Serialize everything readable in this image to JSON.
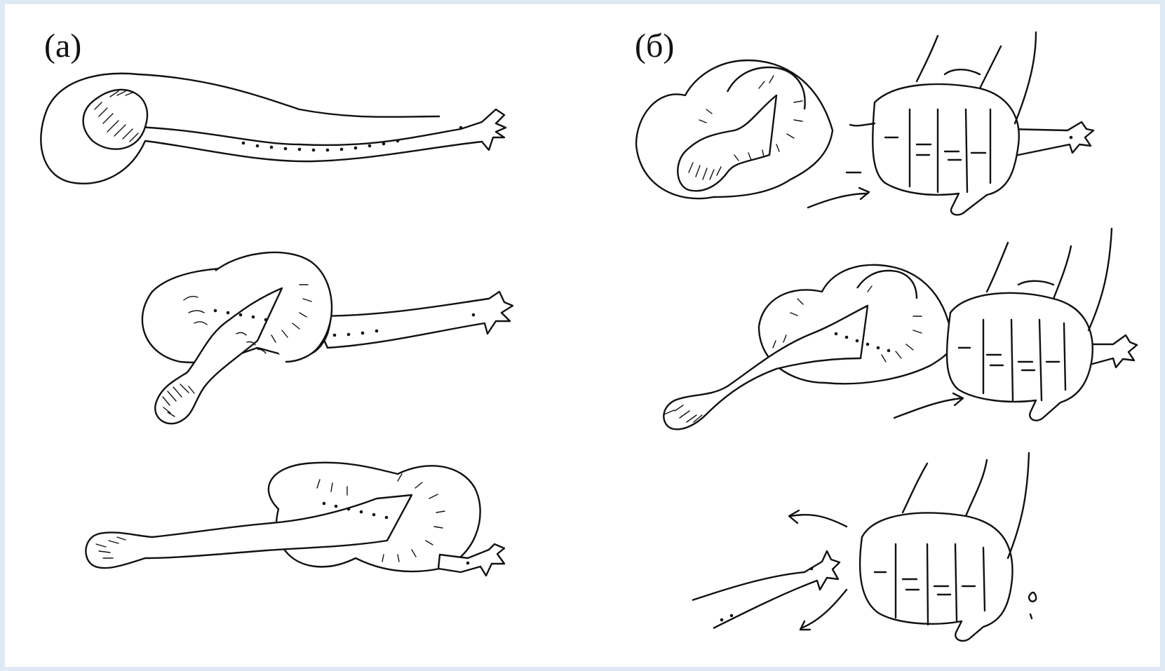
{
  "figure": {
    "panel_a_label": "(а)",
    "panel_b_label": "(б)",
    "background_color": "#dfe9f4",
    "line_color": "#111111"
  },
  "panels": [
    {
      "id": "a",
      "steps": 3,
      "content": "hagfish-knot-formation"
    },
    {
      "id": "b",
      "steps": 3,
      "content": "hagfish-escaping-grip"
    }
  ]
}
